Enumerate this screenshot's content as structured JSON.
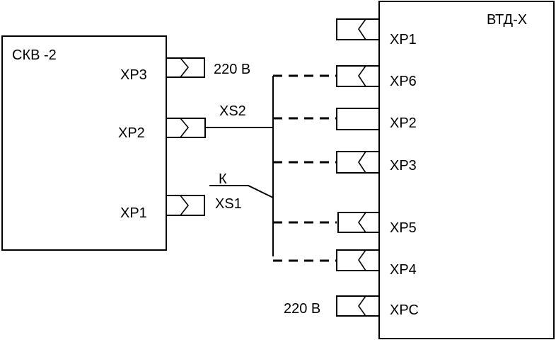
{
  "left_block": {
    "title": "СКВ -2",
    "connectors": [
      "ХР3",
      "ХР2",
      "ХР1"
    ],
    "power_label": "220 В"
  },
  "right_block": {
    "title": "ВТД-Х",
    "connectors": [
      "ХР1",
      "ХР6",
      "ХР2",
      "ХР3",
      "ХР5",
      "ХР4",
      "ХРС"
    ],
    "power_label": "220 В"
  },
  "cable": {
    "label_upper": "XS2",
    "label_lower": "XS1",
    "switch_label": "К"
  }
}
